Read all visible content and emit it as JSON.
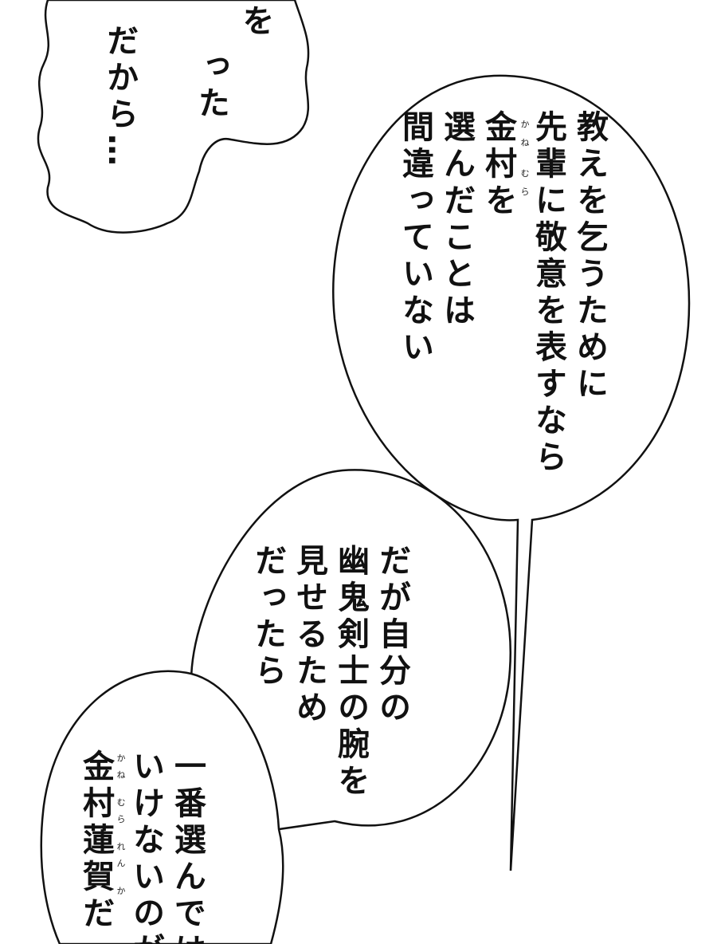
{
  "colors": {
    "ink": "#111111",
    "paper": "#ffffff"
  },
  "bubbles": {
    "top_left": {
      "lines": [
        "を",
        "った",
        "だから…"
      ]
    },
    "oval": {
      "lines": [
        "教えを乞うために",
        "先輩に敬意を表すなら",
        "金村を",
        "選んだことは",
        "間違っていない"
      ],
      "ruby": "かね むら"
    },
    "middle": {
      "lines": [
        "だが自分の",
        "幽鬼剣士の腕を",
        "見せるため",
        "だったら"
      ]
    },
    "bottom": {
      "lines": [
        "一番選んでは",
        "いけないのが",
        "金村蓮賀だ"
      ],
      "ruby": "かね むら れん か"
    }
  }
}
